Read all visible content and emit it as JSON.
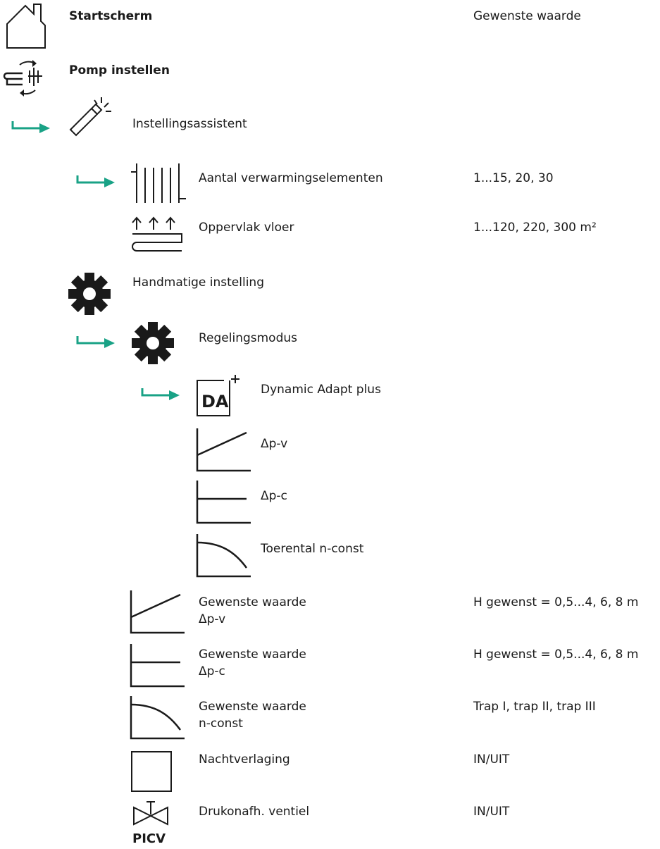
{
  "header": {
    "title": "Startscherm",
    "value_col": "Gewenste waarde"
  },
  "pomp": {
    "label": "Pomp instellen"
  },
  "assistant": {
    "label": "Instellingsassistent",
    "radiators": {
      "label": "Aantal verwarmingselementen",
      "value": "1...15, 20, 30"
    },
    "floor": {
      "label": "Oppervlak vloer",
      "value": "1...120, 220, 300 m²"
    }
  },
  "manual": {
    "label": "Handmatige instelling",
    "mode": {
      "label": "Regelingsmodus",
      "dynamic": "Dynamic Adapt plus",
      "dpv": "Δp-v",
      "dpc": "Δp-c",
      "nconst": "Toerental n-const"
    },
    "set_dpv": {
      "line1": "Gewenste waarde",
      "line2": "Δp-v",
      "value": "H gewenst = 0,5...4, 6, 8 m"
    },
    "set_dpc": {
      "line1": "Gewenste waarde",
      "line2": "Δp-c",
      "value": "H gewenst = 0,5...4, 6, 8 m"
    },
    "set_nconst": {
      "line1": "Gewenste waarde",
      "line2": "n-const",
      "value": "Trap I, trap II, trap III"
    },
    "night": {
      "label": "Nachtverlaging",
      "value": "IN/UIT"
    },
    "valve": {
      "label": "Drukonafh. ventiel",
      "value": "IN/UIT",
      "icon_text": "PICV"
    }
  },
  "icons": {
    "home": "house-icon",
    "pump": "pump-settings-icon",
    "wand": "magic-wand-icon",
    "radiator": "radiator-icon",
    "floor": "floor-heating-icon",
    "gear": "gear-icon",
    "dynamic": "dynamic-adapt-icon",
    "night": "moon-icon",
    "valve": "valve-icon",
    "arrow": "arrow-right-icon"
  },
  "colors": {
    "accent": "#19a286",
    "text": "#1a1a1a"
  }
}
